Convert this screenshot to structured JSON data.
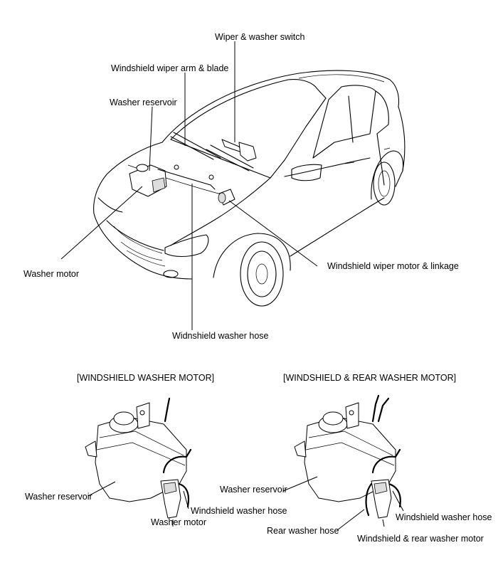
{
  "main_diagram": {
    "labels": {
      "wiper_switch": "Wiper & washer switch",
      "wiper_arm_blade": "Windshield wiper arm & blade",
      "washer_reservoir": "Washer reservoir",
      "washer_motor": "Washer motor",
      "wiper_motor_linkage": "Windshield wiper motor & linkage",
      "washer_hose": "Widnshield washer hose"
    }
  },
  "left_detail": {
    "title": "[WINDSHIELD WASHER MOTOR]",
    "labels": {
      "reservoir": "Washer reservoir",
      "hose": "Windshield washer hose",
      "motor": "Washer motor"
    }
  },
  "right_detail": {
    "title": "[WINDSHIELD & REAR WASHER MOTOR]",
    "labels": {
      "reservoir": "Washer reservoir",
      "windshield_hose": "Windshield washer hose",
      "rear_hose": "Rear washer hose",
      "motor": "Windshield & rear washer motor"
    }
  }
}
